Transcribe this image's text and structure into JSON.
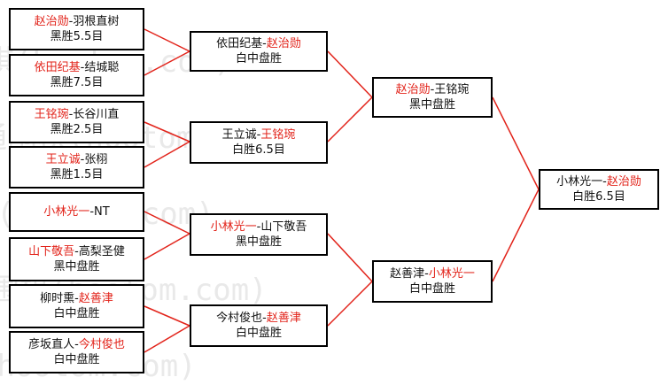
{
  "watermark": "弘通围棋(hootom.com)",
  "colors": {
    "winner": "#e2231a",
    "connector": "#e2231a",
    "text": "#111111"
  },
  "bracket": {
    "round1": [
      {
        "player_a": "赵治勋",
        "player_b": "羽根直树",
        "winner": "a",
        "result": "黑胜5.5目"
      },
      {
        "player_a": "依田纪基",
        "player_b": "结城聪",
        "winner": "a",
        "result": "黑胜7.5目"
      },
      {
        "player_a": "王铭琬",
        "player_b": "长谷川直",
        "winner": "a",
        "result": "黑胜2.5目"
      },
      {
        "player_a": "王立诚",
        "player_b": "张栩",
        "winner": "a",
        "result": "黑胜1.5目"
      },
      {
        "player_a": "小林光一",
        "player_b": "NT",
        "winner": "a",
        "result": ""
      },
      {
        "player_a": "山下敬吾",
        "player_b": "高梨圣健",
        "winner": "a",
        "result": "黑中盘胜"
      },
      {
        "player_a": "柳时熏",
        "player_b": "赵善津",
        "winner": "b",
        "result": "白中盘胜"
      },
      {
        "player_a": "彦坂直人",
        "player_b": "今村俊也",
        "winner": "b",
        "result": "白中盘胜"
      }
    ],
    "round2": [
      {
        "player_a": "依田纪基",
        "player_b": "赵治勋",
        "winner": "b",
        "result": "白中盘胜"
      },
      {
        "player_a": "王立诚",
        "player_b": "王铭琬",
        "winner": "b",
        "result": "白胜6.5目"
      },
      {
        "player_a": "小林光一",
        "player_b": "山下敬吾",
        "winner": "a",
        "result": "黑中盘胜"
      },
      {
        "player_a": "今村俊也",
        "player_b": "赵善津",
        "winner": "b",
        "result": "白中盘胜"
      }
    ],
    "round3": [
      {
        "player_a": "赵治勋",
        "player_b": "王铭琬",
        "winner": "a",
        "result": "黑中盘胜"
      },
      {
        "player_a": "赵善津",
        "player_b": "小林光一",
        "winner": "b",
        "result": "白中盘胜"
      }
    ],
    "final": {
      "player_a": "小林光一",
      "player_b": "赵治勋",
      "winner": "b",
      "result": "白胜6.5目"
    }
  }
}
